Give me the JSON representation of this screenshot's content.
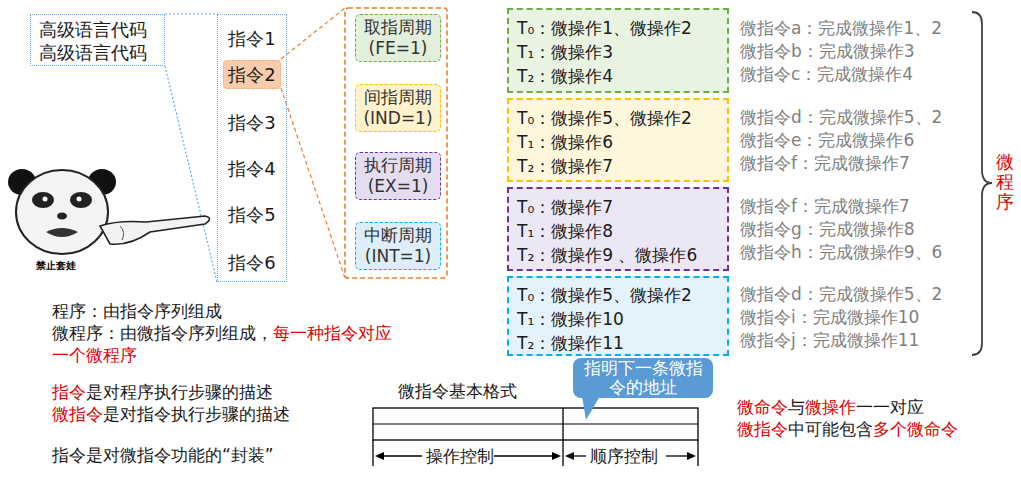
{
  "diagram": {
    "nodes": [
      {
        "text": [
          "高级语言代码",
          "高级语言代码"
        ]
      },
      {
        "text": [
          "指令1",
          "指令3",
          "指令4",
          "指令5",
          "指令6"
        ]
      },
      {
        "text": [
          "指令2"
        ],
        "in": 1
      },
      {
        "text": [
          "取指周期 (FE=1)"
        ]
      },
      {
        "text": [
          "间指周期 (IND=1)"
        ]
      },
      {
        "text": [
          "执行周期 (EX=1)"
        ]
      },
      {
        "text": [
          "中断周期 (INT=1)"
        ]
      },
      {
        "text": [
          "T₀：微操作1、微操作2",
          "T₁：微操作3",
          "T₂：微操作4"
        ]
      },
      {
        "text": [
          "T₀：微操作5、微操作2",
          "T₁：微操作6",
          "T₂：微操作7"
        ]
      },
      {
        "text": [
          "T₀：微操作7",
          "T₁：微操作8",
          "T₂：微操作9 、微操作6"
        ]
      },
      {
        "text": [
          "T₀：微操作5、微操作2",
          "T₁：微操作10",
          "T₂：微操作11"
        ]
      },
      {
        "text": [
          "指明下一条微指令的地址"
        ]
      }
    ],
    "labels": [
      "微指令a：完成微操作1、2",
      "微指令b：完成微操作3",
      "微指令c：完成微操作4",
      "微指令d：完成微操作5、2",
      "微指令e：完成微操作6",
      "微指令f：完成微操作7",
      "微指令f：完成微操作7",
      "微指令g：完成微操作8",
      "微指令h：完成微操作9、6",
      "微指令d：完成微操作5、2",
      "微指令i：完成微操作10",
      "微指令j：完成微操作11",
      "微程序",
      "禁止套娃",
      "程序：由指令序列组成",
      "微程序：由微指令序列组成，",
      "每一种指令对应一个微程序",
      "指令",
      "是对程序执行步骤的描述",
      "微指令",
      "是对指令执行步骤的描述",
      "指令是对微指令功能的“封装”",
      "微指令基本格式",
      "操作控制",
      "顺序控制",
      "微命令",
      "与",
      "微操作",
      "一一对应",
      "微指令",
      "中可能包含",
      "多个微命令"
    ]
  }
}
